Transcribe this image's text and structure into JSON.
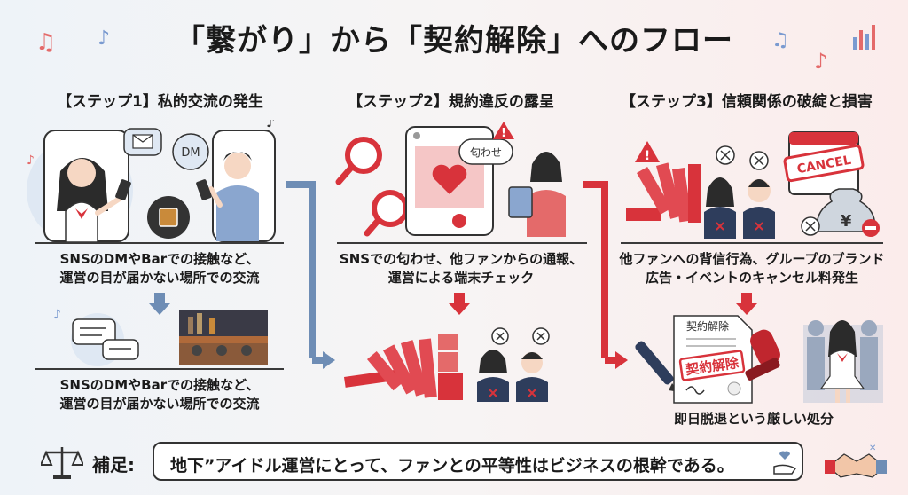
{
  "title": "「繋がり」から「契約解除」へのフロー",
  "steps": [
    {
      "heading": "【ステップ1】私的交流の発生",
      "caption_top_1": "SNSのDMやBarでの接触など、",
      "caption_top_2": "運営の目が届かない場所での交流",
      "caption_bottom_1": "SNSのDMやBarでの接触など、",
      "caption_bottom_2": "運営の目が届かない場所での交流",
      "bubble_dm": "DM"
    },
    {
      "heading": "【ステップ2】規約違反の露呈",
      "caption_1": "SNSでの匂わせ、他ファンからの通報、",
      "caption_2": "運営による端末チェック",
      "bubble_hint": "匂わせ"
    },
    {
      "heading": "【ステップ3】信頼関係の破綻と損害",
      "caption_1": "他ファンへの背信行為、グループのブランド",
      "caption_2": "広告・イベントのキャンセル料発生",
      "cancel_stamp": "CANCEL",
      "yen": "¥",
      "doc_title": "契約解除",
      "doc_stamp": "契約解除",
      "caption_bottom": "即日脱退という厳しい処分"
    }
  ],
  "note": {
    "label": "補足:",
    "text": "地下”アイドル運営にとって、ファンとの平等性はビジネスの根幹である。"
  },
  "colors": {
    "accent_red": "#d8333b",
    "accent_blue": "#6e8db5",
    "dark": "#1a1a1a"
  }
}
